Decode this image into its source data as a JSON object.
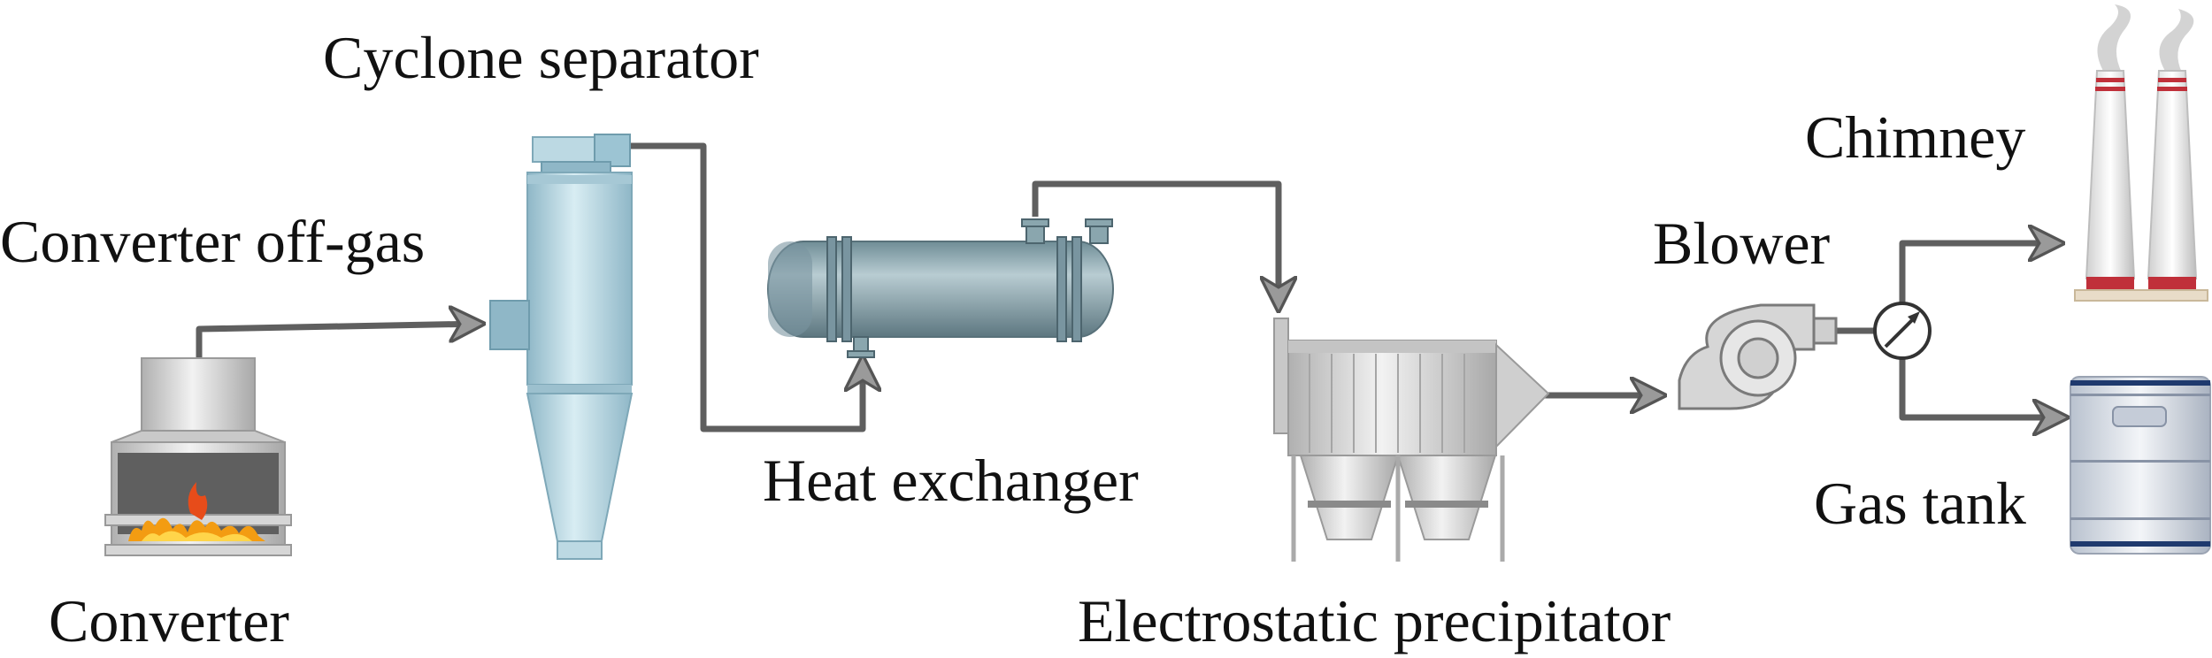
{
  "labels": {
    "cyclone": "Cyclone separator",
    "offgas": "Converter off-gas",
    "converter": "Converter",
    "heat_exchanger": "Heat exchanger",
    "esp": "Electrostatic precipitator",
    "blower": "Blower",
    "chimney": "Chimney",
    "gas_tank": "Gas tank"
  },
  "colors": {
    "pipe": "#5f5f5f",
    "cyclone_body": "#a9cbd8",
    "heat_exchanger_body": "#8aa6ae",
    "converter_body": "#cfcfcf",
    "esp_body": "#d4d4d4",
    "chimney_stripe": "#c0303a",
    "tank_band": "#1f3a6e",
    "flame": "#f39c12"
  },
  "icons": [
    "fire-icon",
    "valve-icon",
    "fan-icon",
    "smoke-icon"
  ]
}
